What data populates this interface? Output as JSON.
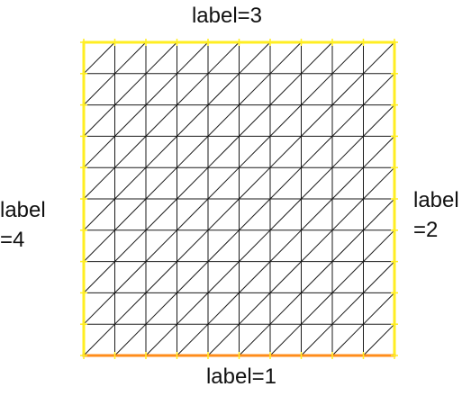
{
  "diagram": {
    "subdivisions": 10,
    "colors": {
      "mesh_line": "#1a1a1a",
      "boundary": "#ffee22",
      "boundary_label_1": "#ff8c1a",
      "node_tick": "#ffee22"
    },
    "labels": {
      "top": "label=3",
      "bottom": "label=1",
      "right_line1": "label",
      "right_line2": "=2",
      "left_line1": "label",
      "left_line2": "=4"
    }
  }
}
